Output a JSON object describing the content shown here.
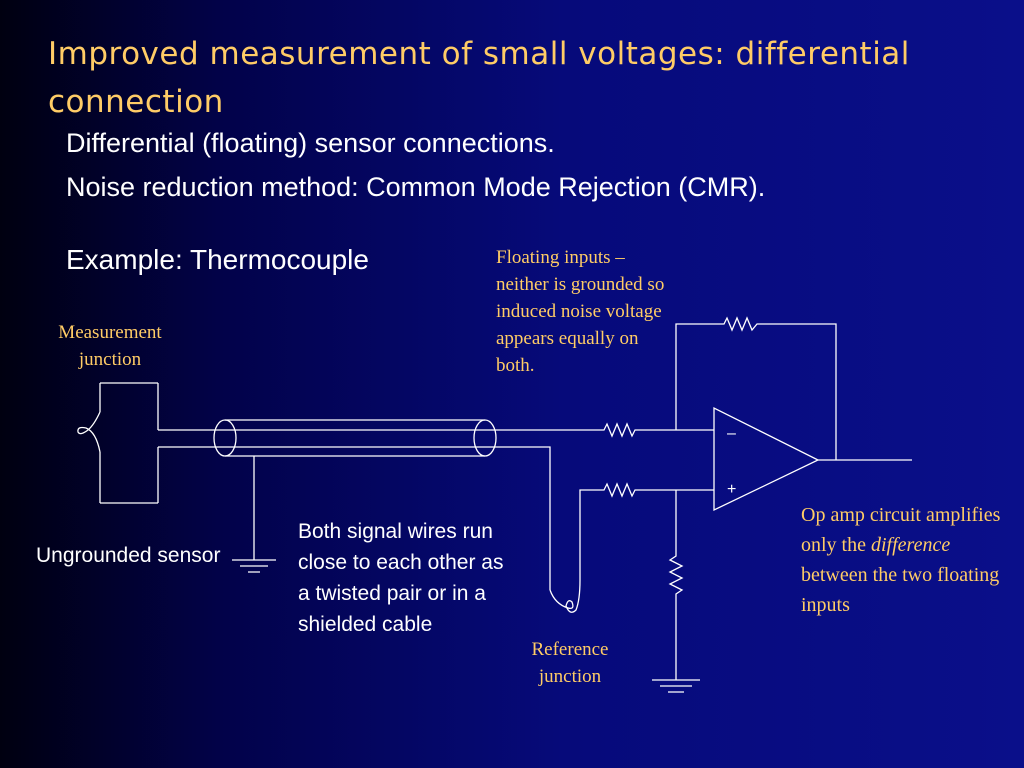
{
  "title": "Improved measurement of small voltages: differential connection",
  "bullets": {
    "b1": "Differential (floating) sensor connections.",
    "b2": "Noise reduction method: Common Mode Rejection (CMR)."
  },
  "example": "Example: Thermocouple",
  "labels": {
    "floating_inputs": "Floating inputs – neither is grounded so induced noise voltage appears equally on both.",
    "measurement_junction": "Measurement junction",
    "reference_junction": "Reference junction",
    "ungrounded_sensor": "Ungrounded sensor",
    "twisted_pair": "Both signal wires run close to each other as a twisted pair or in a shielded cable",
    "opamp_note_pre": "Op amp circuit amplifies only the",
    "opamp_note_em": "difference",
    "opamp_note_post": "between the two floating inputs"
  },
  "opamp": {
    "minus": "–",
    "plus": "+"
  },
  "colors": {
    "accent": "#ffcc66",
    "text": "#ffffff",
    "background": "#060a7a"
  }
}
